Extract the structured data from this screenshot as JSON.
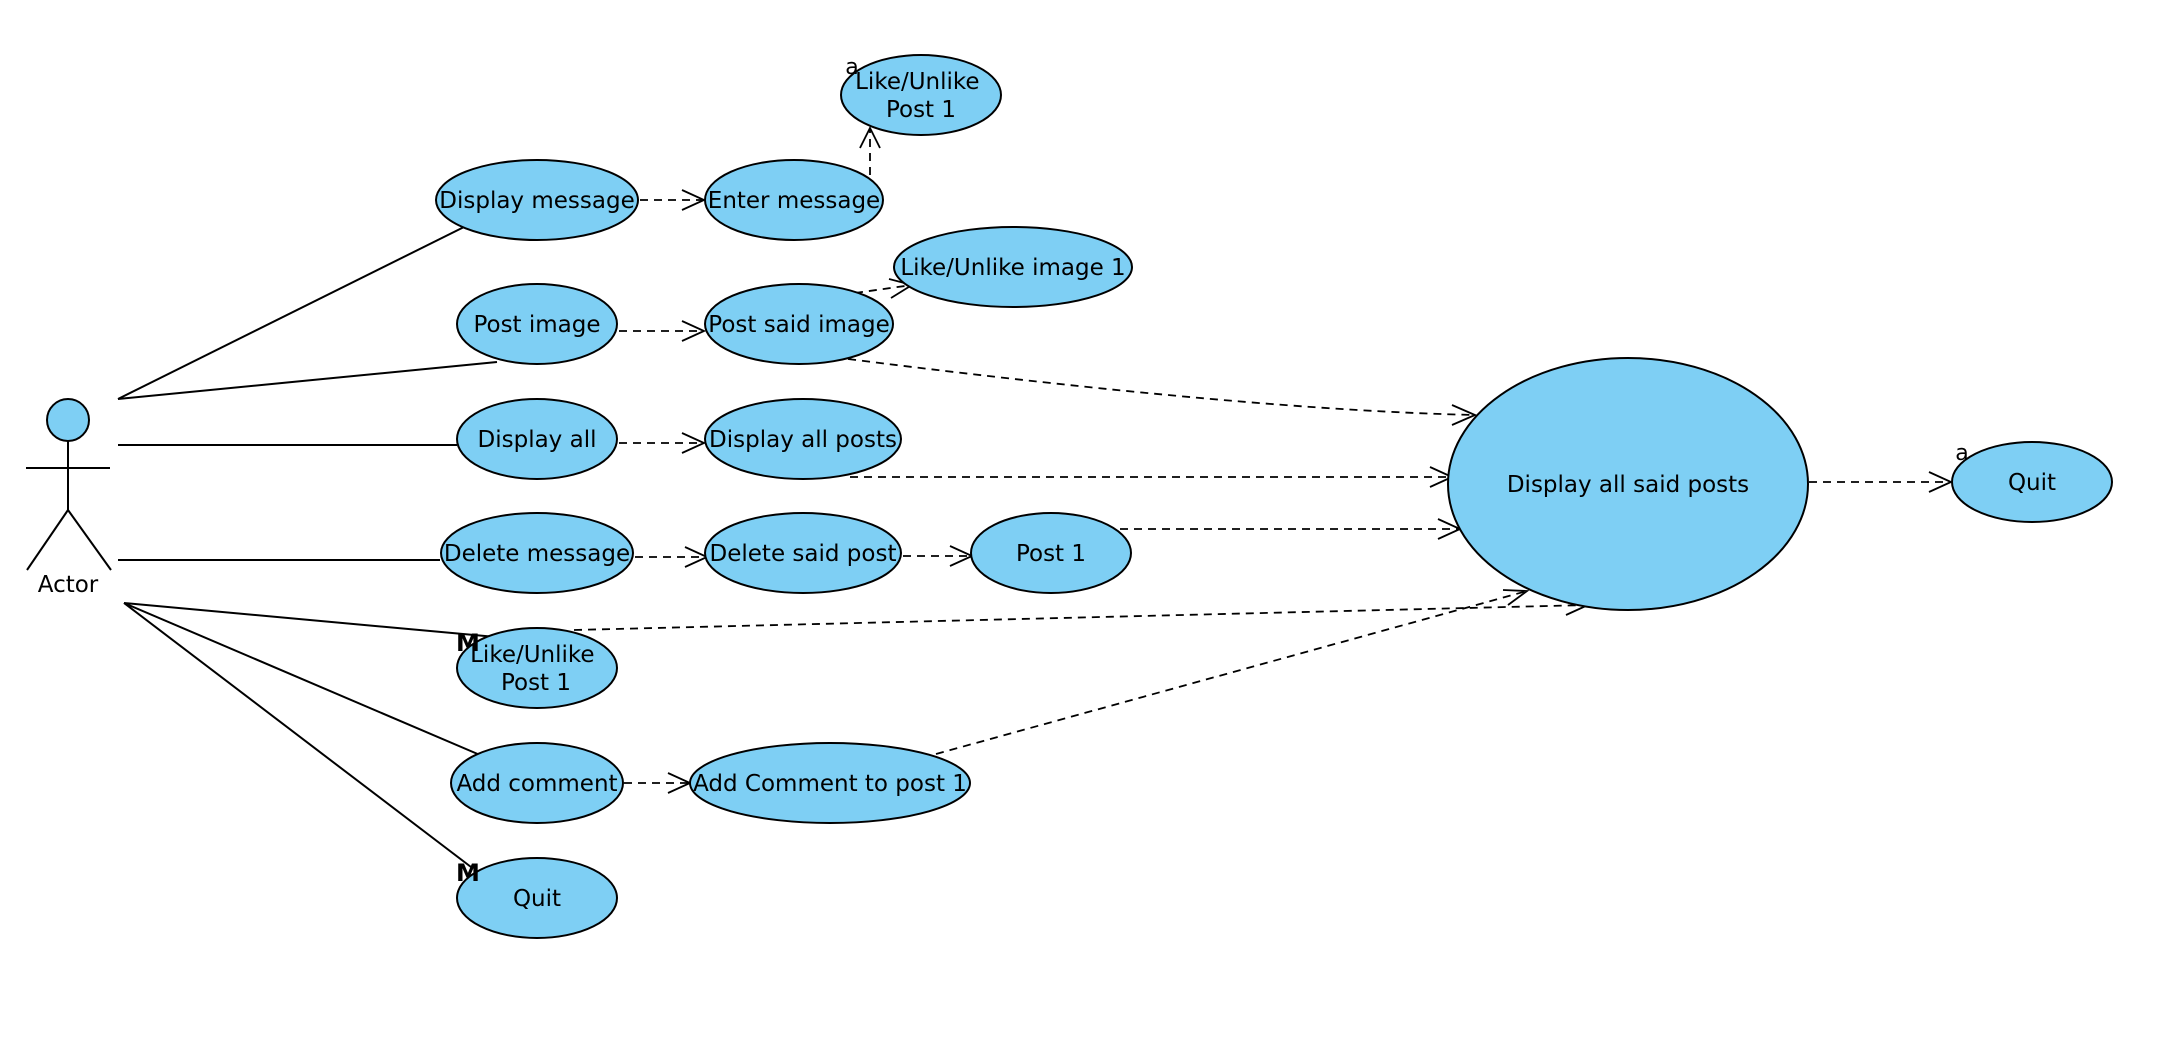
{
  "actor": {
    "label": "Actor"
  },
  "use_cases": {
    "display_message": "Display message",
    "enter_message": "Enter message",
    "like_unlike_post_top": [
      "Like/Unlike",
      "Post 1"
    ],
    "post_image": "Post image",
    "post_said_image": "Post said image",
    "like_unlike_image": "Like/Unlike image 1",
    "display_all": "Display all",
    "display_all_posts": "Display all posts",
    "display_all_said_posts": "Display all said posts",
    "quit_right": "Quit",
    "delete_message": "Delete message",
    "delete_said_post": "Delete said post",
    "post_1": "Post 1",
    "like_unlike_post_mid": [
      "Like/Unlike",
      "Post 1"
    ],
    "add_comment": "Add comment",
    "add_comment_to_post": "Add Comment to post 1",
    "quit_bottom": "Quit"
  },
  "markers": {
    "like_unlike_post_top": "a",
    "quit_right": "a",
    "like_unlike_post_mid": "M",
    "quit_bottom": "M"
  },
  "colors": {
    "use_case_fill": "#7ecff4",
    "stroke": "#000000"
  }
}
